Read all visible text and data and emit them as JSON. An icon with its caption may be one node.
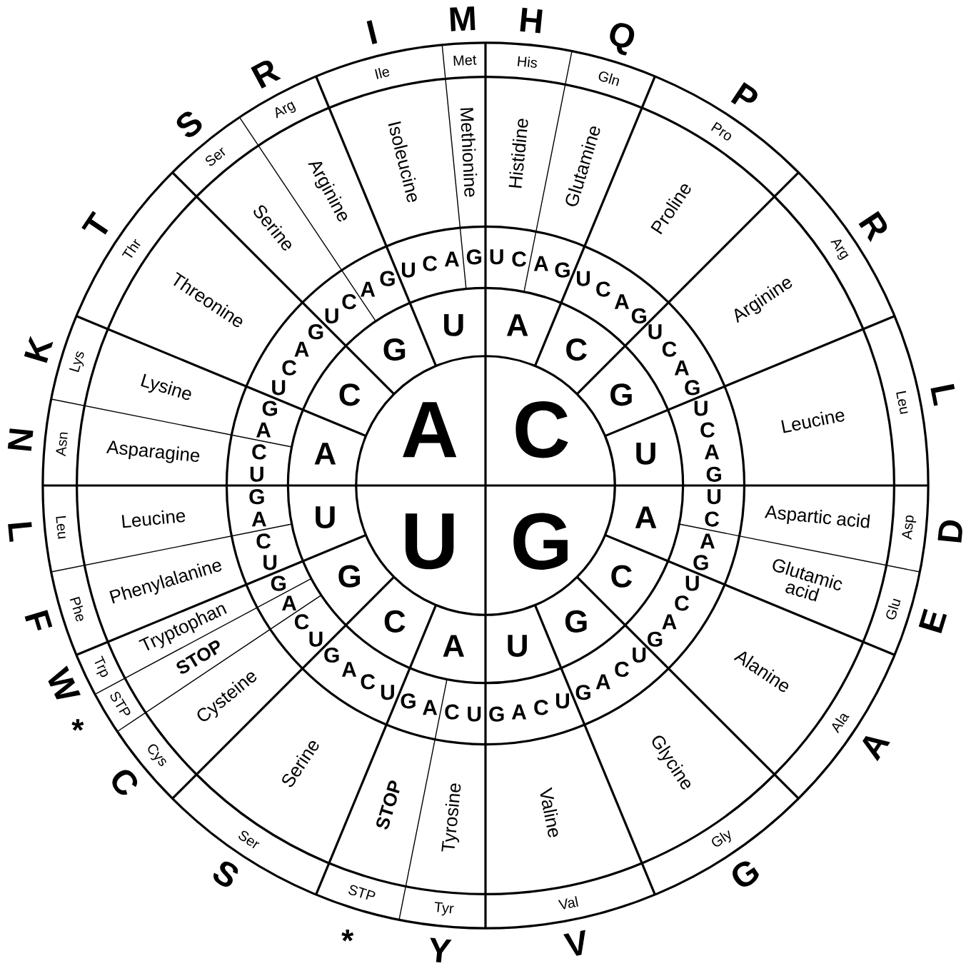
{
  "diagram": {
    "labels": [
      "A",
      "C",
      "U",
      "G",
      "A",
      "C",
      "G",
      "U",
      "A",
      "C",
      "G",
      "U",
      "A",
      "C",
      "G",
      "U",
      "A",
      "C",
      "G",
      "U",
      "U",
      "C",
      "A",
      "G",
      "U",
      "C",
      "A",
      "G",
      "U",
      "C",
      "A",
      "G",
      "U",
      "C",
      "A",
      "G",
      "U",
      "C",
      "A",
      "G",
      "U",
      "C",
      "A",
      "G",
      "U",
      "C",
      "A",
      "G",
      "U",
      "C",
      "A",
      "G",
      "U",
      "C",
      "A",
      "G",
      "U",
      "C",
      "A",
      "G",
      "U",
      "C",
      "A",
      "G",
      "U",
      "C",
      "A",
      "G",
      "U",
      "C",
      "A",
      "G",
      "U",
      "C",
      "A",
      "G",
      "U",
      "C",
      "A",
      "G",
      "U",
      "C",
      "A",
      "G",
      "H",
      "Q",
      "P",
      "R",
      "L",
      "D",
      "E",
      "A",
      "G",
      "V",
      "Y",
      "*",
      "S",
      "C",
      "*",
      "W",
      "F",
      "L",
      "N",
      "K",
      "T",
      "S",
      "R",
      "I",
      "M",
      "Histidine",
      "Glutamine",
      "Proline",
      "Arginine",
      "Leucine",
      "Aspartic acid",
      "Glutamic acid",
      "Alanine",
      "Glycine",
      "Valine",
      "Tyrosine",
      "STOP",
      "Serine",
      "Cysteine",
      "STOP",
      "Tryptophan",
      "Phenylalanine",
      "Leucine",
      "Asparagine",
      "Lysine",
      "Threonine",
      "Serine",
      "Arginine",
      "Isoleucine",
      "Methionine",
      "His",
      "Gln",
      "Pro",
      "Arg",
      "Leu",
      "Asp",
      "Glu",
      "Ala",
      "Gly",
      "Val",
      "Tyr",
      "STP",
      "Ser",
      "Cys",
      "STP",
      "Trp",
      "Phe",
      "Leu",
      "Asn",
      "Lys",
      "Thr",
      "Ser",
      "Arg",
      "Ile",
      "Met"
    ]
  }
}
